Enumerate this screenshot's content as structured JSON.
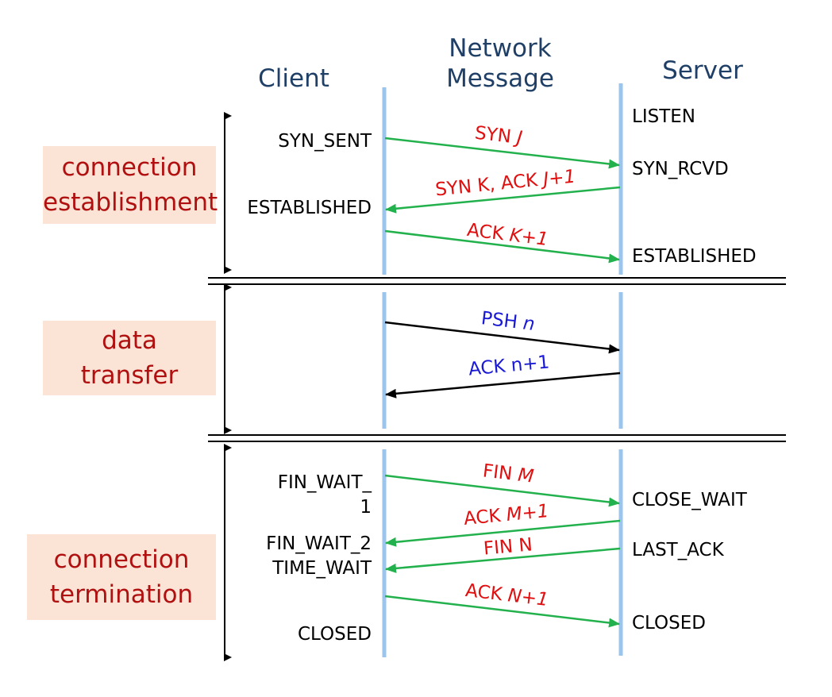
{
  "headers": {
    "client": "Client",
    "network_line1": "Network",
    "network_line2": "Message",
    "server": "Server"
  },
  "phases": {
    "establishment": {
      "line1": "connection",
      "line2": "establishment"
    },
    "transfer": {
      "line1": "data",
      "line2": "transfer"
    },
    "termination": {
      "line1": "connection",
      "line2": "termination"
    }
  },
  "client_states": {
    "syn_sent": "SYN_SENT",
    "established": "ESTABLISHED",
    "fin_wait_1_a": "FIN_WAIT_",
    "fin_wait_1_b": "1",
    "fin_wait_2": "FIN_WAIT_2",
    "time_wait": "TIME_WAIT",
    "closed": "CLOSED"
  },
  "server_states": {
    "listen": "LISTEN",
    "syn_rcvd": "SYN_RCVD",
    "established": "ESTABLISHED",
    "close_wait": "CLOSE_WAIT",
    "last_ack": "LAST_ACK",
    "closed": "CLOSED"
  },
  "messages": {
    "syn": {
      "a": "SYN ",
      "b": "J"
    },
    "synack": {
      "a": "SYN K, ACK ",
      "b": "J+1"
    },
    "ack1": {
      "a": "ACK ",
      "b": "K+1"
    },
    "psh": {
      "a": "PSH ",
      "b": "n"
    },
    "ackn": {
      "a": "ACK n+1",
      "b": ""
    },
    "fin_m": {
      "a": "FIN ",
      "b": "M"
    },
    "ack_m": {
      "a": "ACK ",
      "b": "M+1"
    },
    "fin_n": {
      "a": "FIN N",
      "b": ""
    },
    "ack_n": {
      "a": "ACK ",
      "b": "N+1"
    }
  },
  "colors": {
    "timeline": "#9cc5ee",
    "green_arrow": "#22b14c",
    "black_arrow": "#000000",
    "red_label": "#e01010",
    "blue_label": "#1a1ad6",
    "header": "#1f3f66",
    "phase_bg": "#fbe3d6",
    "phase_text": "#b01010"
  }
}
